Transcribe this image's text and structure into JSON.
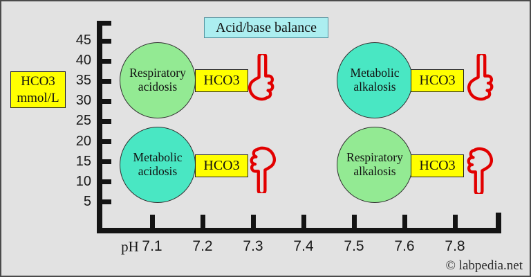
{
  "title": {
    "label": "Acid/base balance"
  },
  "watermark": "© labpedia.net",
  "y_axis": {
    "unit_label_line1": "HCO3",
    "unit_label_line2": "mmol/L",
    "tick_labels": [
      "45",
      "40",
      "35",
      "30",
      "25",
      "20",
      "15",
      "10",
      "5"
    ]
  },
  "x_axis": {
    "label": "pH",
    "tick_labels": [
      "7.1",
      "7.2",
      "7.3",
      "7.4",
      "7.5",
      "7.6",
      "7.8"
    ]
  },
  "quadrants": [
    {
      "condition": "Respiratory acidosis",
      "marker": "HCO3",
      "direction": "up",
      "circle_color": "#93ea93"
    },
    {
      "condition": "Metabolic alkalosis",
      "marker": "HCO3",
      "direction": "up",
      "circle_color": "#49e7c3"
    },
    {
      "condition": "Metabolic acidosis",
      "marker": "HCO3",
      "direction": "down",
      "circle_color": "#49e7c3"
    },
    {
      "condition": "Respiratory alkalosis",
      "marker": "HCO3",
      "direction": "down",
      "circle_color": "#93ea93"
    }
  ],
  "colors": {
    "background": "#e2e2e2",
    "axis": "#141414",
    "marker_box_bg": "#ffff00",
    "title_bg": "#aceef0",
    "hand_red": "#e20000"
  }
}
